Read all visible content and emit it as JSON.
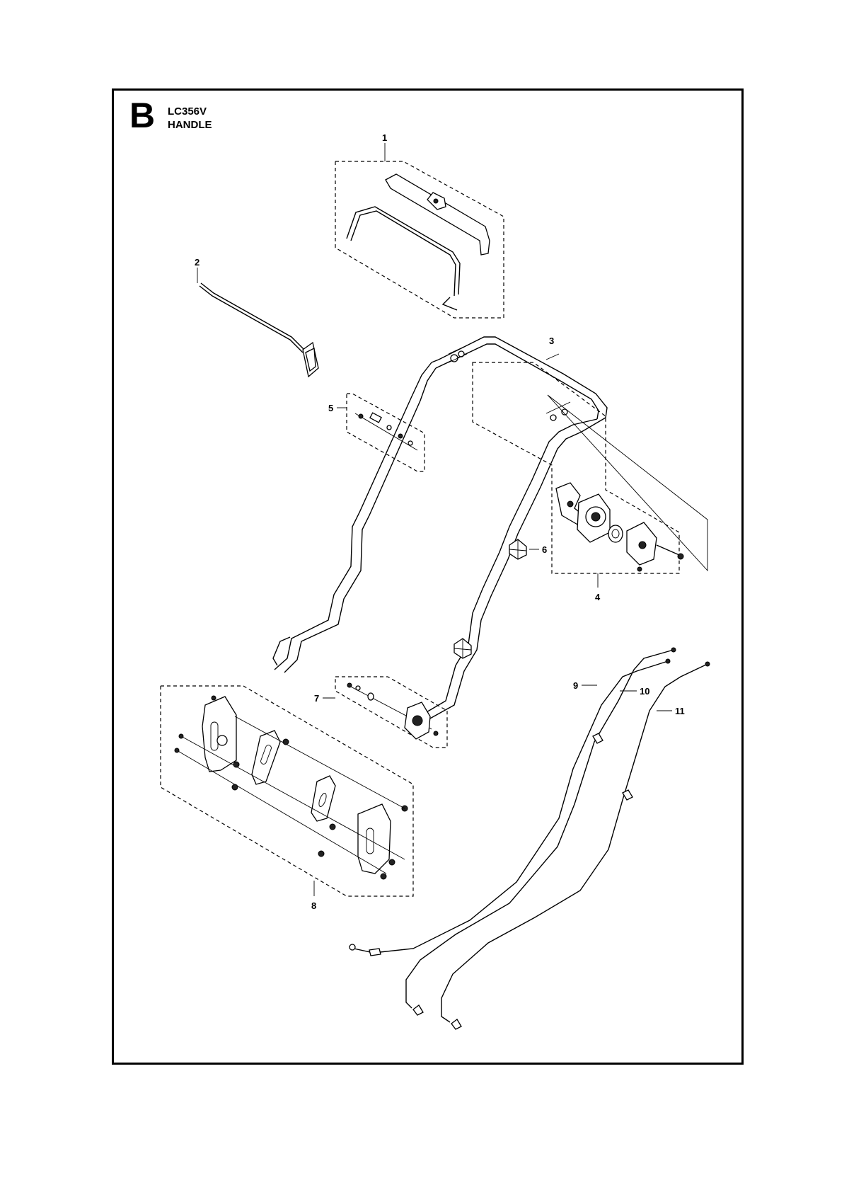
{
  "header": {
    "section_letter": "B",
    "model": "LC356V",
    "title": "HANDLE"
  },
  "callouts": [
    "1",
    "2",
    "3",
    "4",
    "5",
    "6",
    "7",
    "8",
    "9",
    "10",
    "11"
  ]
}
